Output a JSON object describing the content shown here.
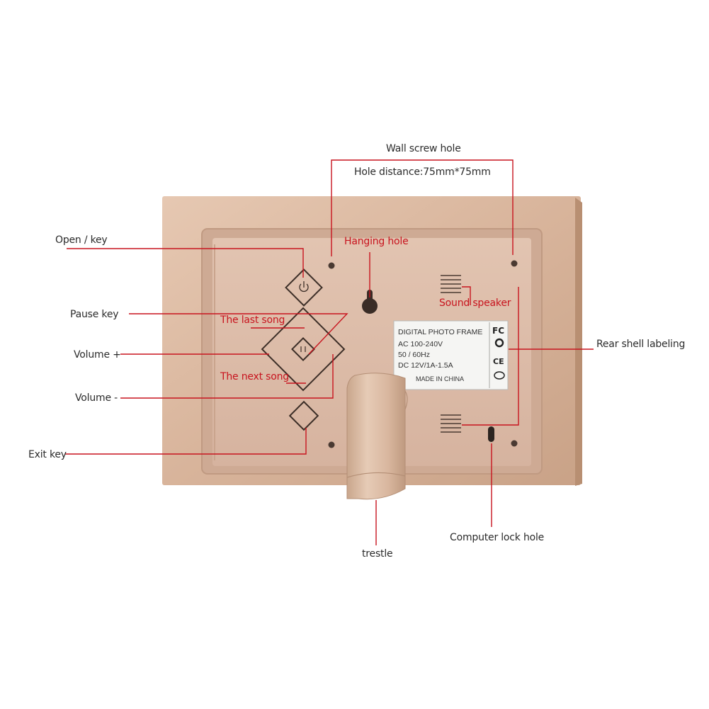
{
  "callouts": {
    "wall_screw_hole": "Wall screw hole",
    "hole_distance": "Hole distance:75mm*75mm",
    "open_key": "Open / key",
    "hanging_hole": "Hanging hole",
    "pause_key": "Pause key",
    "the_last_song": "The last song",
    "sound_speaker": "Sound speaker",
    "rear_shell_labeling": "Rear shell labeling",
    "volume_plus": "Volume +",
    "the_next_song": "The next song",
    "volume_minus": "Volume -",
    "exit_key": "Exit key",
    "computer_lock_hole": "Computer lock hole",
    "trestle": "trestle"
  },
  "rating_label": {
    "lines": [
      "DIGITAL PHOTO FRAME",
      "AC 100-240V",
      "50 / 60Hz",
      "DC 12V/1A-1.5A",
      "MADE IN CHINA"
    ],
    "fc_mark": "FC",
    "ce_mark": "CE"
  },
  "colors": {
    "callout_red": "#c8141e",
    "callout_dark": "#2b2b2b",
    "frame_gold": "#d8b49b",
    "panel_pink": "#dcbba8"
  }
}
